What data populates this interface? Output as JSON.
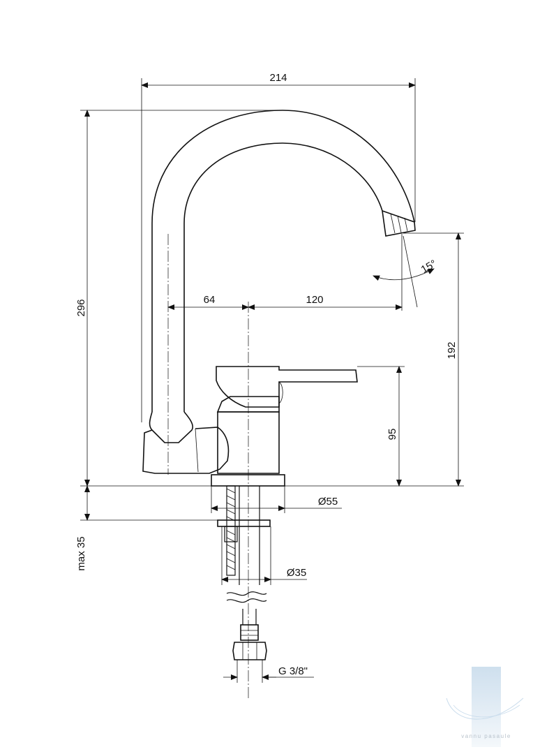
{
  "dimensions": {
    "total_width": "214",
    "total_height": "296",
    "spout_center_offset": "64",
    "spout_reach": "120",
    "outlet_height": "192",
    "lever_height": "95",
    "base_diameter": "Ø55",
    "shank_diameter": "Ø35",
    "max_thickness": "max 35",
    "connection_thread": "G 3/8\"",
    "outlet_angle": "15°"
  },
  "watermark": {
    "text": "vannu pasaule",
    "color": "#c9dcec"
  }
}
